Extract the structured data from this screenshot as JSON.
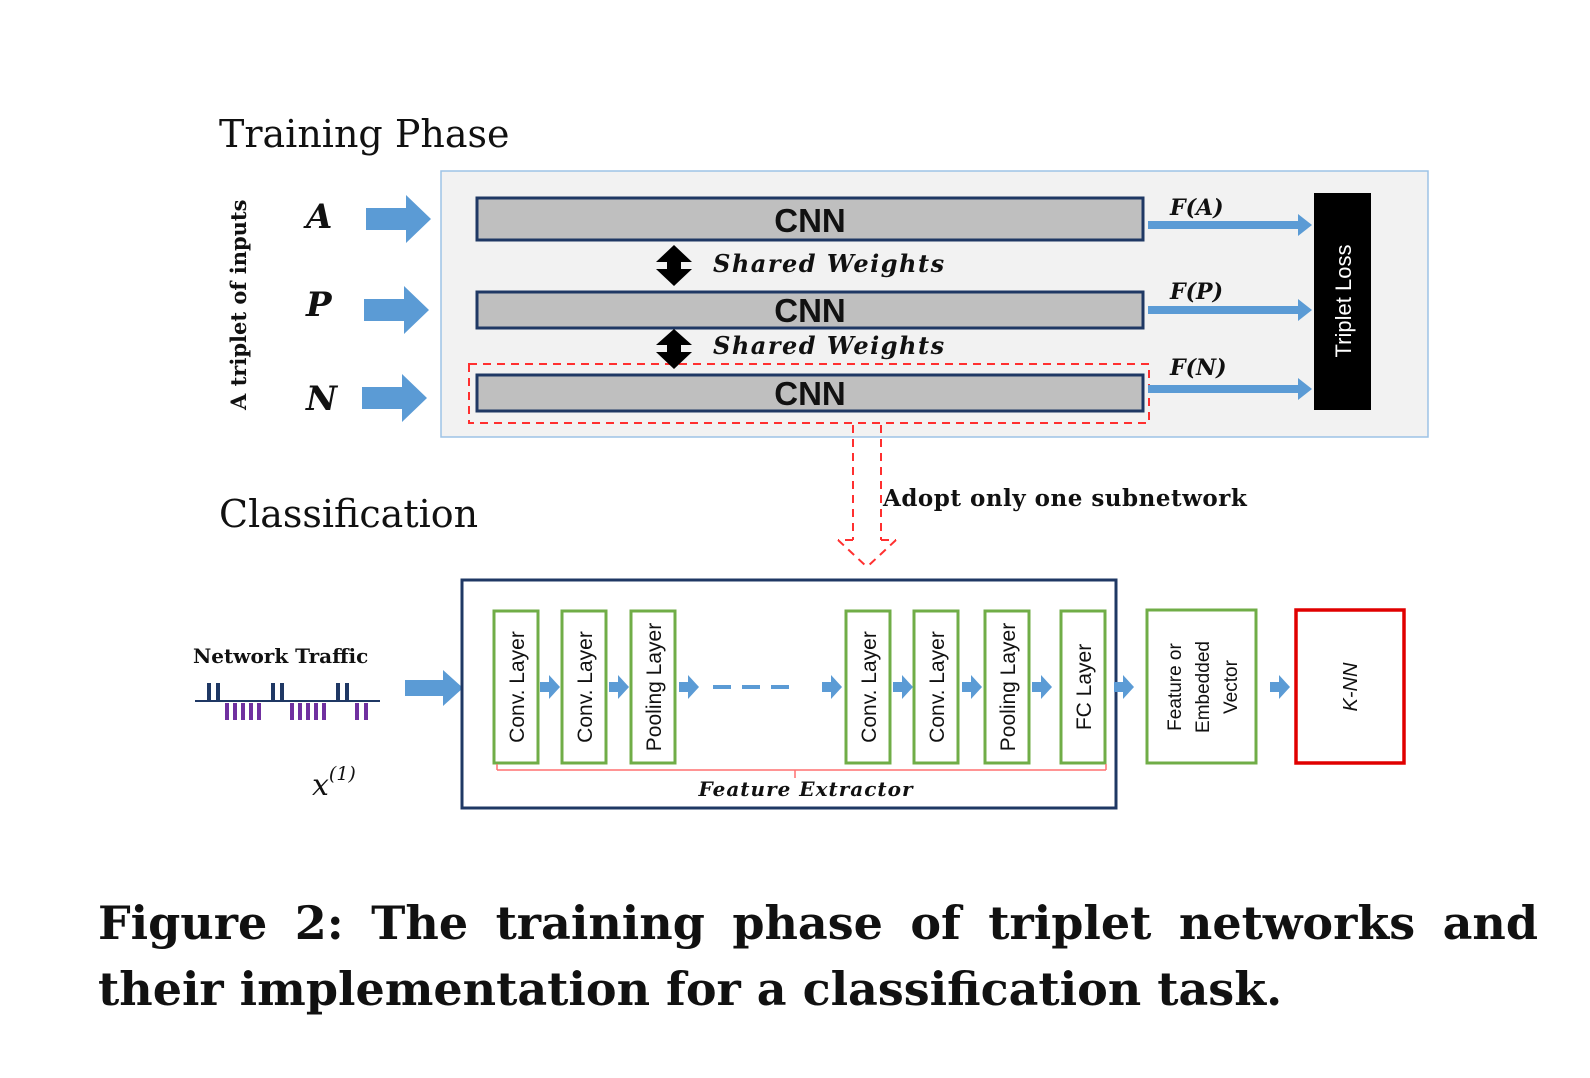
{
  "training": {
    "heading": "Training Phase",
    "triplet_label": "A triplet of inputs",
    "inputs": [
      "A",
      "P",
      "N"
    ],
    "cnn_label": "CNN",
    "shared_weights_label": "Shared Weights",
    "outputs": [
      "F(A)",
      "F(P)",
      "F(N)"
    ],
    "loss_label": "Triplet Loss",
    "adopt_label": "Adopt only one subnetwork"
  },
  "classification": {
    "heading": "Classification",
    "traffic_label": "Network Traffic",
    "x_label": "x",
    "x_superscript": "(1)",
    "layers": [
      "Conv. Layer",
      "Conv. Layer",
      "Pooling Layer",
      "Conv. Layer",
      "Conv. Layer",
      "Pooling Layer",
      "FC Layer"
    ],
    "feature_vector_lines": [
      "Feature or",
      "Embedded",
      "Vector"
    ],
    "knn_label": "K-NN",
    "feature_extractor_label": "Feature Extractor"
  },
  "caption": "Figure 2: The training phase of triplet networks and their implementation for a classification task.",
  "colors": {
    "arrow_blue": "#5b9bd5",
    "cnn_fill": "#bfbfbf",
    "cnn_border": "#1f3864",
    "layer_border": "#70ad47",
    "knn_border": "#e00000",
    "dashed_red": "#ff3030",
    "loss_fill": "#000000",
    "panel_fill": "#f2f2f2",
    "panel_border": "#9dc3e6",
    "traffic_dark": "#1f3864",
    "traffic_purple": "#7030a0"
  },
  "icons": [
    "right-arrow-icon",
    "double-arrow-icon"
  ]
}
